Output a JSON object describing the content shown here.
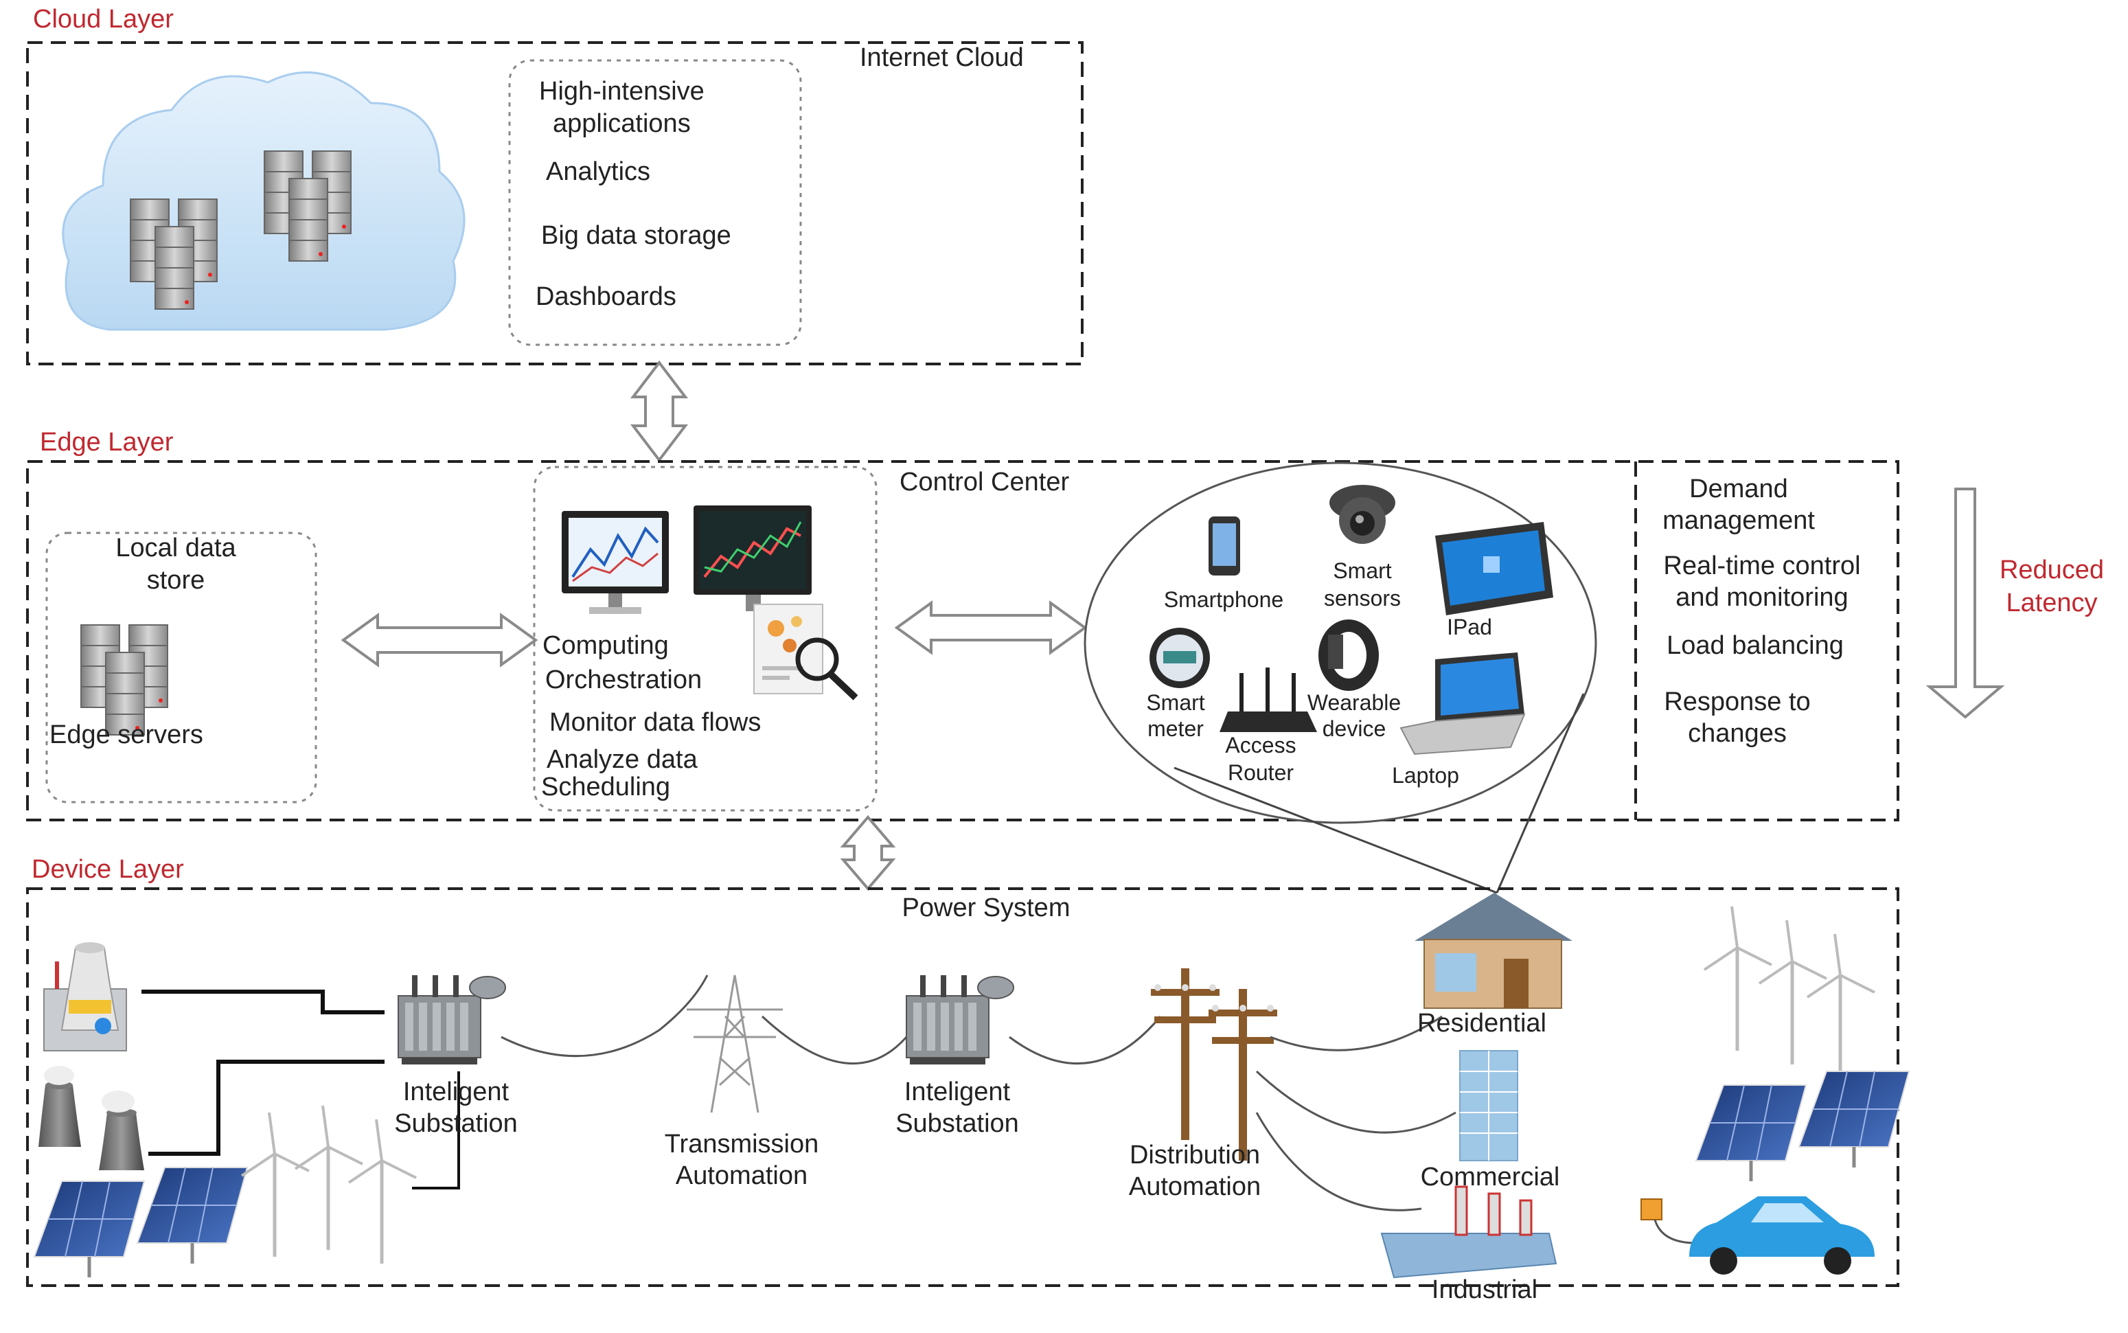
{
  "colors": {
    "layer_label": "#c0282f",
    "cloud_fill": "#cde4f7",
    "server": "#a9a9a9",
    "panel": "#2a4a8c",
    "arrow_fill": "#ffffff",
    "arrow_stroke": "#8a8a8a"
  },
  "cloud_layer": {
    "label": "Cloud Layer",
    "box_title": "Internet Cloud",
    "services": [
      {
        "line1": "High-intensive",
        "line2": "applications"
      },
      {
        "line1": "Analytics"
      },
      {
        "line1": "Big data storage"
      },
      {
        "line1": "Dashboards"
      }
    ]
  },
  "edge_layer": {
    "label": "Edge Layer",
    "local_store": {
      "line1": "Local data",
      "line2": "store",
      "servers_label": "Edge servers"
    },
    "control_center": {
      "title": "Control Center",
      "functions": [
        "Computing",
        "Orchestration",
        "Monitor data flows",
        "Analyze data",
        "Scheduling"
      ]
    },
    "devices": {
      "smartphone": "Smartphone",
      "smart_sensors": {
        "line1": "Smart",
        "line2": "sensors"
      },
      "ipad": "IPad",
      "smart_meter": {
        "line1": "Smart",
        "line2": "meter"
      },
      "wearable": {
        "line1": "Wearable",
        "line2": "device"
      },
      "access_router": {
        "line1": "Access",
        "line2": "Router"
      },
      "laptop": "Laptop"
    },
    "benefits": [
      {
        "line1": "Demand",
        "line2": "management"
      },
      {
        "line1": "Real-time control",
        "line2": "and monitoring"
      },
      {
        "line1": "Load balancing"
      },
      {
        "line1": "Response to",
        "line2": "changes"
      }
    ],
    "latency": {
      "line1": "Reduced",
      "line2": "Latency"
    }
  },
  "device_layer": {
    "label": "Device Layer",
    "box_title": "Power System",
    "substation_1": {
      "line1": "Inteligent",
      "line2": "Substation"
    },
    "transmission": {
      "line1": "Transmission",
      "line2": "Automation"
    },
    "substation_2": {
      "line1": "Inteligent",
      "line2": "Substation"
    },
    "distribution": {
      "line1": "Distribution",
      "line2": "Automation"
    },
    "residential": "Residential",
    "commercial": "Commercial",
    "industrial": "Industrial"
  }
}
